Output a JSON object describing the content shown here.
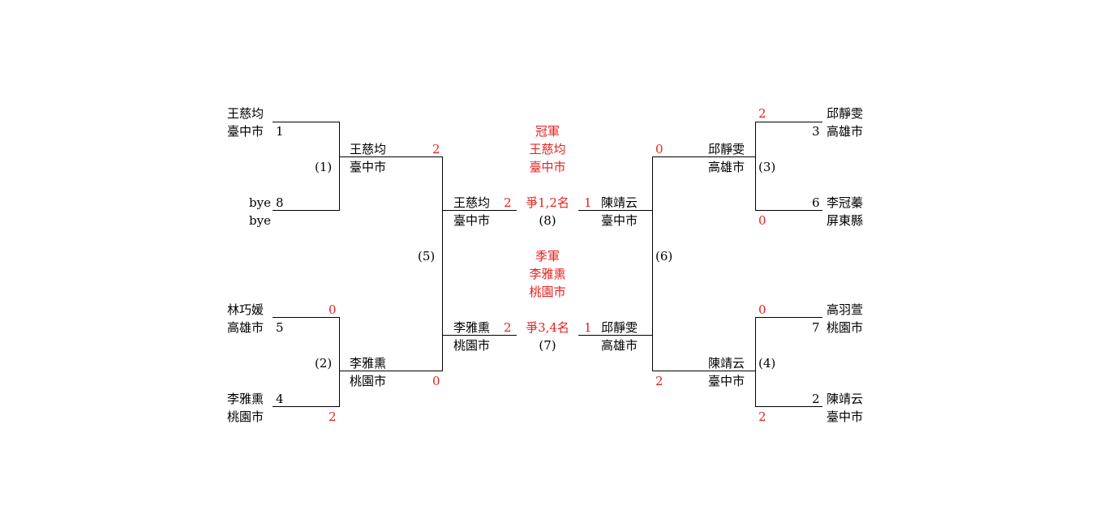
{
  "colors": {
    "text": "#000000",
    "score": "#e6211f",
    "line": "#000000"
  },
  "left": {
    "r1": [
      {
        "name": "王慈均",
        "city": "臺中市",
        "seed": "1"
      },
      {
        "name": "bye",
        "city": "bye",
        "seed": "8"
      },
      {
        "name": "林巧媛",
        "city": "高雄市",
        "seed": "5",
        "score": "0"
      },
      {
        "name": "李雅熏",
        "city": "桃園市",
        "seed": "4",
        "score": "2"
      }
    ],
    "r2": [
      {
        "name": "王慈均",
        "city": "臺中市",
        "score": "2"
      },
      {
        "name": "李雅熏",
        "city": "桃園市",
        "score": "0"
      }
    ],
    "r3": [
      {
        "name": "王慈均",
        "city": "臺中市",
        "score": "2"
      },
      {
        "name": "李雅熏",
        "city": "桃園市",
        "score": "2"
      }
    ],
    "matches": [
      "(1)",
      "(2)",
      "(5)"
    ]
  },
  "right": {
    "r1": [
      {
        "name": "邱靜雯",
        "city": "高雄市",
        "seed": "3",
        "score": "2"
      },
      {
        "name": "李冠蓁",
        "city": "屏東縣",
        "seed": "6",
        "score": "0"
      },
      {
        "name": "高羽萱",
        "city": "桃園市",
        "seed": "7",
        "score": "0"
      },
      {
        "name": "陳靖云",
        "city": "臺中市",
        "seed": "2",
        "score": "2"
      }
    ],
    "r2": [
      {
        "name": "邱靜雯",
        "city": "高雄市",
        "score": "0"
      },
      {
        "name": "陳靖云",
        "city": "臺中市",
        "score": "2"
      }
    ],
    "r3": [
      {
        "name": "陳靖云",
        "city": "臺中市",
        "score": "1"
      },
      {
        "name": "邱靜雯",
        "city": "高雄市",
        "score": "1"
      }
    ],
    "matches": [
      "(3)",
      "(4)",
      "(6)"
    ]
  },
  "center": {
    "champion": {
      "title": "冠軍",
      "name": "王慈均",
      "city": "臺中市"
    },
    "final": {
      "label": "爭1,2名",
      "match": "(8)"
    },
    "third": {
      "title": "季軍",
      "name": "李雅熏",
      "city": "桃園市"
    },
    "bronze": {
      "label": "爭3,4名",
      "match": "(7)"
    }
  }
}
